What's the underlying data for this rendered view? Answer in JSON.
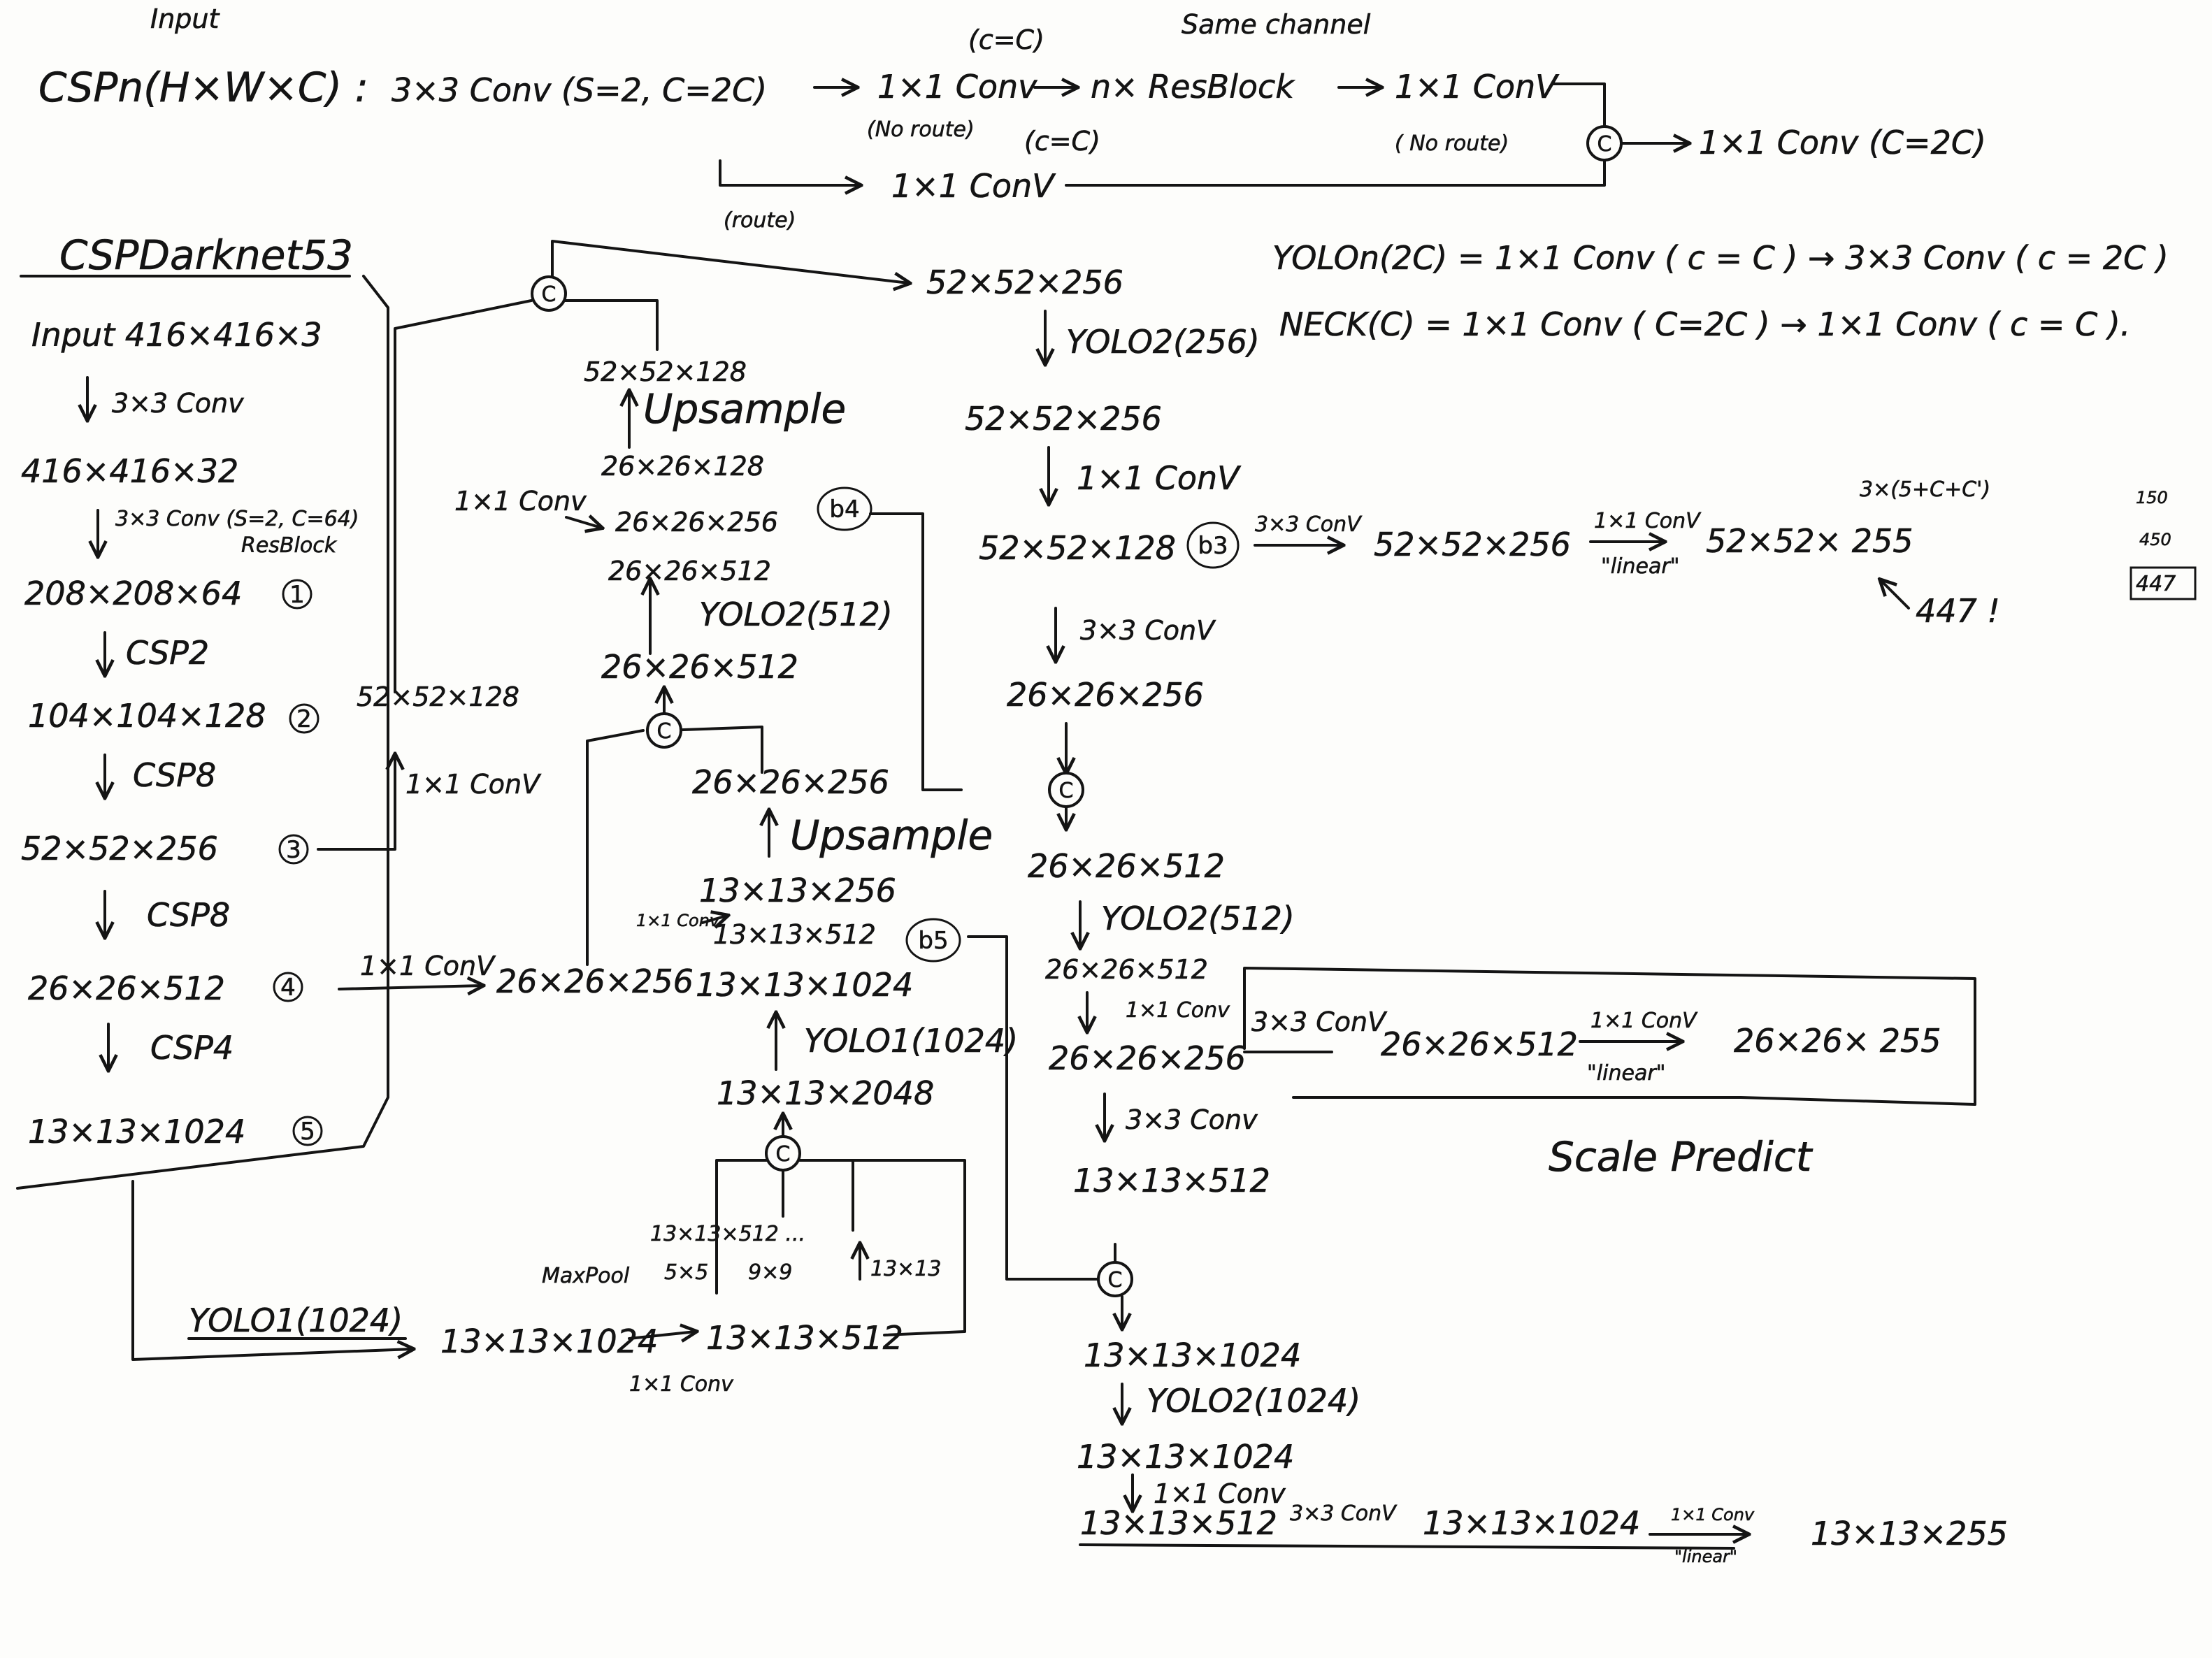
{
  "csp_definition": {
    "input_note": "Input",
    "title": "CSPn(H×W×C) :",
    "conv_3x3": "3×3 Conv (S=2, C=2C)",
    "c_eq_c": "(c=C)",
    "same_channel": "Same channel",
    "conv_1x1_a": "1×1 Conv",
    "no_route_a": "(No route)",
    "resblock": "n× ResBlock",
    "conv_1x1_b": "1×1 ConV",
    "no_route_b": "( No route)",
    "c_eq_c_2": "(c=C)",
    "conv_1x1_route": "1×1 ConV",
    "route": "(route)",
    "concat": "C",
    "conv_out": "1×1 Conv (C=2C)"
  },
  "definitions": {
    "yolo_n": "YOLOn(2C) = 1×1 Conv ( c = C ) → 3×3 Conv ( c = 2C )",
    "neck": "NECK(C) = 1×1 Conv ( C=2C ) → 1×1 Conv ( c = C )."
  },
  "backbone": {
    "title": "CSPDarknet53",
    "input": "Input 416×416×3",
    "op1": "3×3 Conv",
    "t1": "416×416×32",
    "op2": "3×3 Conv (S=2, C=64)",
    "op2b": "ResBlock",
    "t2": "208×208×64",
    "t2_num": "1",
    "op3": "CSP2",
    "t3": "104×104×128",
    "t3_num": "2",
    "op4": "CSP8",
    "t4": "52×52×256",
    "t4_num": "3",
    "op5": "CSP8",
    "t5": "26×26×512",
    "t5_num": "4",
    "op6": "CSP4",
    "t6": "13×13×1024",
    "t6_num": "5"
  },
  "spp": {
    "yolo1": "YOLO1(1024)",
    "t_in": "13×13×1024",
    "t_mid": "13×13×512",
    "conv": "1×1 Conv",
    "t_branch": "13×13×512 ...",
    "maxpool": "MaxPool",
    "k5": "5×5",
    "k9": "9×9",
    "k13": "13×13",
    "concat": "C",
    "t_out": "13×13×2048",
    "yolo1b": "YOLO1(1024)",
    "t_1024": "13×13×1024",
    "t_512": "13×13×512",
    "num": "b5",
    "conv_b5": "1×1 Conv",
    "t_256": "13×13×256",
    "up": "Upsample",
    "t_26_256": "26×26×256"
  },
  "mid": {
    "conv_1x1": "1×1 ConV",
    "t_26_256": "26×26×256",
    "concat": "C",
    "t_26_512": "26×26×512",
    "yolo2": "YOLO2(512)",
    "t_26_512b": "26×26×512",
    "conv_1x1b": "1×1 Conv",
    "t_26_256b": "26×26×256",
    "num": "b4",
    "t_26_128": "26×26×128",
    "up": "Upsample",
    "t_52_128": "52×52×128",
    "t_52_128_side": "52×52×128",
    "conv_side": "1×1 ConV",
    "concat_top": "C"
  },
  "head": {
    "t_52_256": "52×52×256",
    "yolo_52": "YOLO2(256)",
    "t_52_256b": "52×52×256",
    "conv_1": "1×1 ConV",
    "t_52_128": "52×52×128",
    "num_b3": "b3",
    "conv_3": "3×3 ConV",
    "t_52_256c": "52×52×256",
    "conv_lin": "1×1 ConV",
    "linear": "\"linear\"",
    "t_52_out": "52×52× 255",
    "formula": "3×(5+C+C')",
    "note_447": "447 !",
    "side_150": "150",
    "side_450": "450",
    "side_447": "447",
    "conv_down1": "3×3 ConV",
    "t_26_256": "26×26×256",
    "concat_26": "C",
    "t_26_512": "26×26×512",
    "yolo_26": "YOLO2(512)",
    "t_26_512b": "26×26×512",
    "conv_26": "1×1 Conv",
    "t_26_256b": "26×26×256",
    "conv_26_3": "3×3 ConV",
    "t_26_512c": "26×26×512",
    "conv_26_lin": "1×1 ConV",
    "linear_26": "\"linear\"",
    "t_26_out": "26×26× 255",
    "scale_predict": "Scale Predict",
    "conv_down2": "3×3 Conv",
    "t_13_512": "13×13×512",
    "concat_13": "C",
    "t_13_1024": "13×13×1024",
    "yolo_13": "YOLO2(1024)",
    "t_13_1024b": "13×13×1024",
    "conv_13": "1×1 Conv",
    "t_13_512b": "13×13×512",
    "conv_13_3": "3×3 ConV",
    "t_13_1024c": "13×13×1024",
    "conv_13_lin": "1×1 Conv",
    "linear_13": "\"linear\"",
    "t_13_out": "13×13×255"
  }
}
